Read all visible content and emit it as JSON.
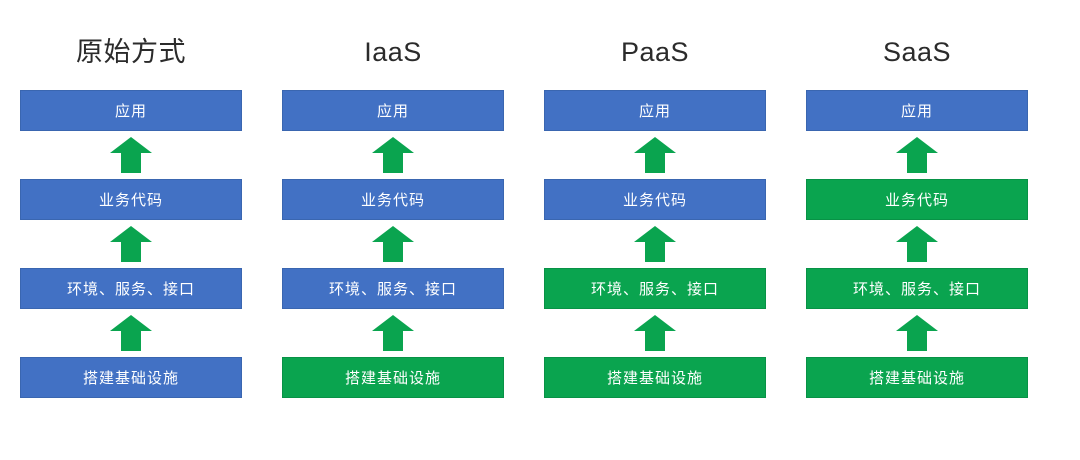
{
  "diagram": {
    "title_row_label": "cloud-service-models",
    "background_color": "#ffffff",
    "colors": {
      "blue": "#4271c4",
      "blue_border": "#3a66b0",
      "green": "#0aa44f",
      "green_border": "#089246",
      "arrow_green": "#0aa44f",
      "title_text": "#2b2b2b",
      "box_text": "#ffffff"
    },
    "layer_names": [
      "应用",
      "业务代码",
      "环境、服务、接口",
      "搭建基础设施"
    ],
    "arrow_icon_name": "up-arrow-icon",
    "columns": [
      {
        "id": "col-original",
        "title": "原始方式",
        "layers": [
          {
            "label": "应用",
            "color": "blue"
          },
          {
            "label": "业务代码",
            "color": "blue"
          },
          {
            "label": "环境、服务、接口",
            "color": "blue"
          },
          {
            "label": "搭建基础设施",
            "color": "blue"
          }
        ]
      },
      {
        "id": "col-iaas",
        "title": "IaaS",
        "layers": [
          {
            "label": "应用",
            "color": "blue"
          },
          {
            "label": "业务代码",
            "color": "blue"
          },
          {
            "label": "环境、服务、接口",
            "color": "blue"
          },
          {
            "label": "搭建基础设施",
            "color": "green"
          }
        ]
      },
      {
        "id": "col-paas",
        "title": "PaaS",
        "layers": [
          {
            "label": "应用",
            "color": "blue"
          },
          {
            "label": "业务代码",
            "color": "blue"
          },
          {
            "label": "环境、服务、接口",
            "color": "green"
          },
          {
            "label": "搭建基础设施",
            "color": "green"
          }
        ]
      },
      {
        "id": "col-saas",
        "title": "SaaS",
        "layers": [
          {
            "label": "应用",
            "color": "blue"
          },
          {
            "label": "业务代码",
            "color": "green"
          },
          {
            "label": "环境、服务、接口",
            "color": "green"
          },
          {
            "label": "搭建基础设施",
            "color": "green"
          }
        ]
      }
    ]
  }
}
